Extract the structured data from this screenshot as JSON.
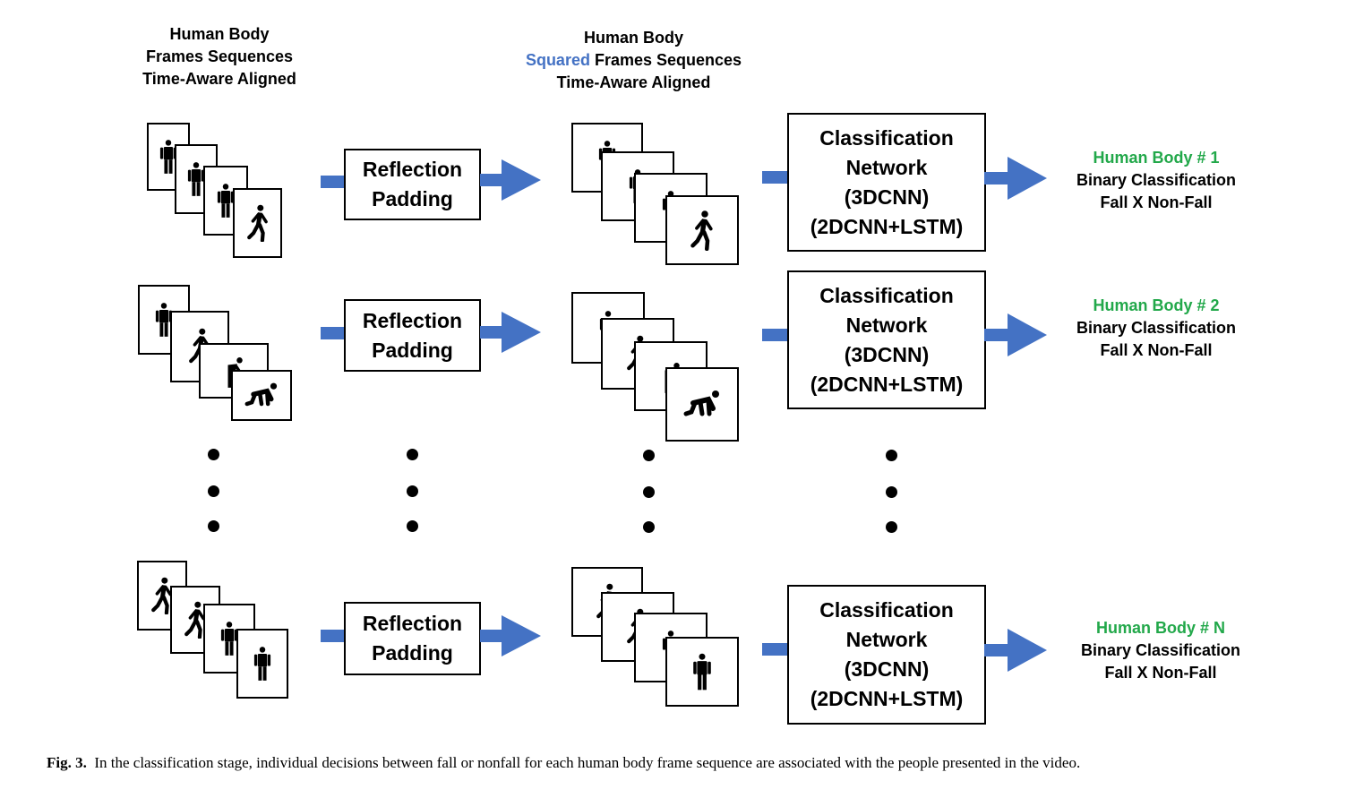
{
  "col1_header": {
    "line1": "Human Body",
    "line2": "Frames Sequences",
    "line3": "Time-Aware Aligned"
  },
  "col3_header": {
    "line1": "Human Body",
    "line2_highlight": "Squared",
    "line2_rest": " Frames Sequences",
    "line3": "Time-Aware Aligned"
  },
  "rows": [
    {
      "padding_line1": "Reflection",
      "padding_line2": "Padding",
      "net_line1": "Classification",
      "net_line2": "Network",
      "net_line3": "(3DCNN)",
      "net_line4": "(2DCNN+LSTM)",
      "out_title": "Human Body # 1",
      "out_line2": "Binary Classification",
      "out_line3": "Fall X Non-Fall"
    },
    {
      "padding_line1": "Reflection",
      "padding_line2": "Padding",
      "net_line1": "Classification",
      "net_line2": "Network",
      "net_line3": "(3DCNN)",
      "net_line4": "(2DCNN+LSTM)",
      "out_title": "Human Body # 2",
      "out_line2": "Binary Classification",
      "out_line3": "Fall X Non-Fall"
    },
    {
      "padding_line1": "Reflection",
      "padding_line2": "Padding",
      "net_line1": "Classification",
      "net_line2": "Network",
      "net_line3": "(3DCNN)",
      "net_line4": "(2DCNN+LSTM)",
      "out_title": "Human Body # N",
      "out_line2": "Binary Classification",
      "out_line3": "Fall X Non-Fall"
    }
  ],
  "colors": {
    "accent_blue": "#4472c4",
    "label_green": "#22a84a"
  },
  "caption": {
    "label": "Fig. 3.",
    "text": "In the classification stage, individual decisions between fall or nonfall for each human body frame sequence are associated with the people presented in the video."
  }
}
